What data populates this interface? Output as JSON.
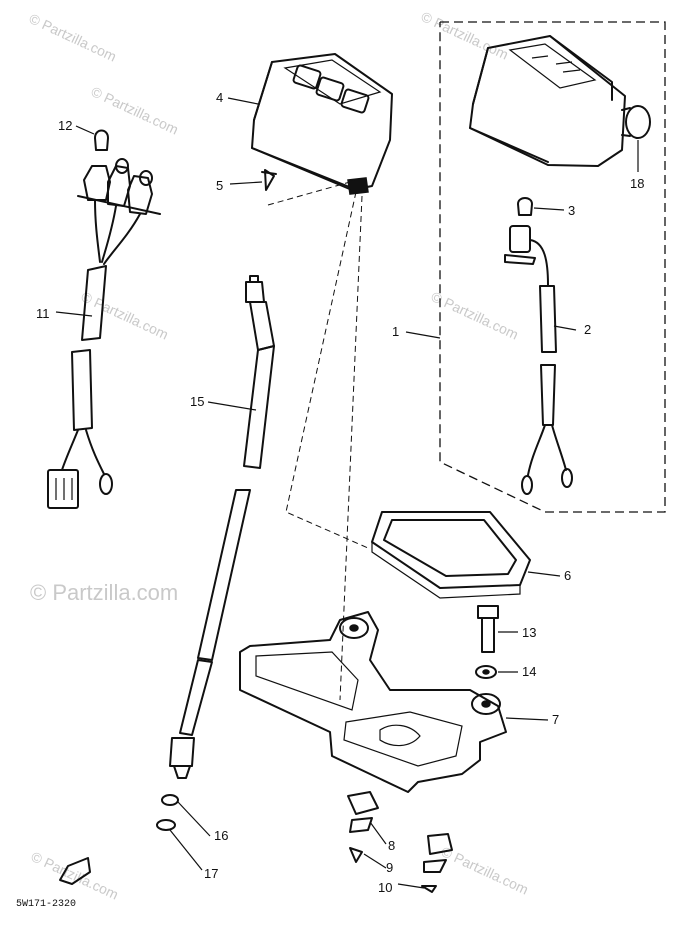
{
  "watermark": {
    "main_text": "© Partzilla.com",
    "small_text": "© Partzilla.com"
  },
  "diagram_code": "5W171-2320",
  "callouts": [
    {
      "id": "1",
      "label": "1"
    },
    {
      "id": "2",
      "label": "2"
    },
    {
      "id": "3",
      "label": "3"
    },
    {
      "id": "4",
      "label": "4"
    },
    {
      "id": "5",
      "label": "5"
    },
    {
      "id": "6",
      "label": "6"
    },
    {
      "id": "7",
      "label": "7"
    },
    {
      "id": "8",
      "label": "8"
    },
    {
      "id": "9",
      "label": "9"
    },
    {
      "id": "10",
      "label": "10"
    },
    {
      "id": "11",
      "label": "11"
    },
    {
      "id": "12",
      "label": "12"
    },
    {
      "id": "13",
      "label": "13"
    },
    {
      "id": "14",
      "label": "14"
    },
    {
      "id": "15",
      "label": "15"
    },
    {
      "id": "16",
      "label": "16"
    },
    {
      "id": "17",
      "label": "17"
    },
    {
      "id": "18",
      "label": "18"
    }
  ]
}
